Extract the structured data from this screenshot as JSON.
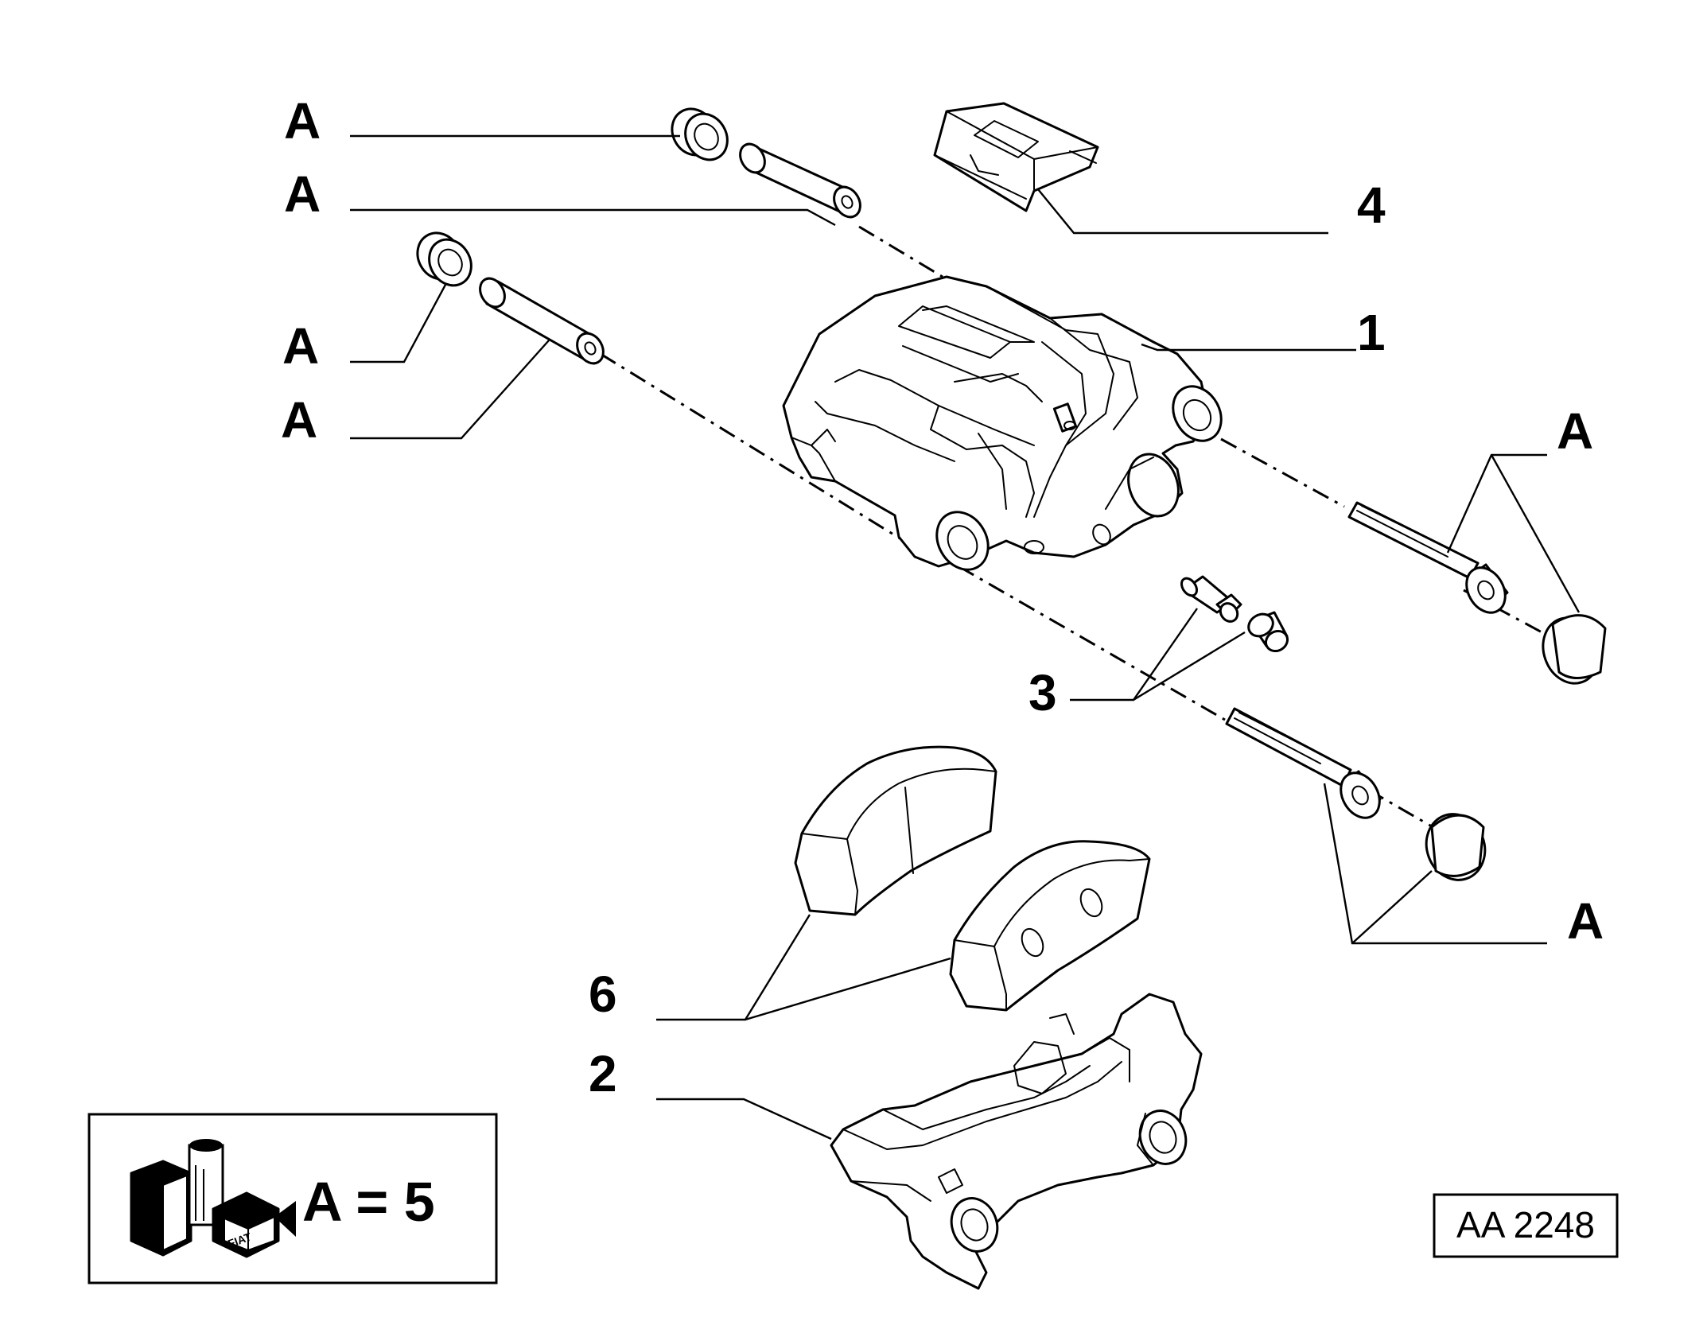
{
  "callouts": {
    "a1": "A",
    "a2": "A",
    "a3": "A",
    "a4": "A",
    "a5": "A",
    "a6": "A",
    "n1": "1",
    "n2": "2",
    "n3": "3",
    "n4": "4",
    "n6": "6"
  },
  "legend": {
    "text": "A = 5",
    "product_icon": "fiat-grease-product-icon",
    "logo_text": "FIAT"
  },
  "reference": {
    "code": "AA 2248"
  }
}
